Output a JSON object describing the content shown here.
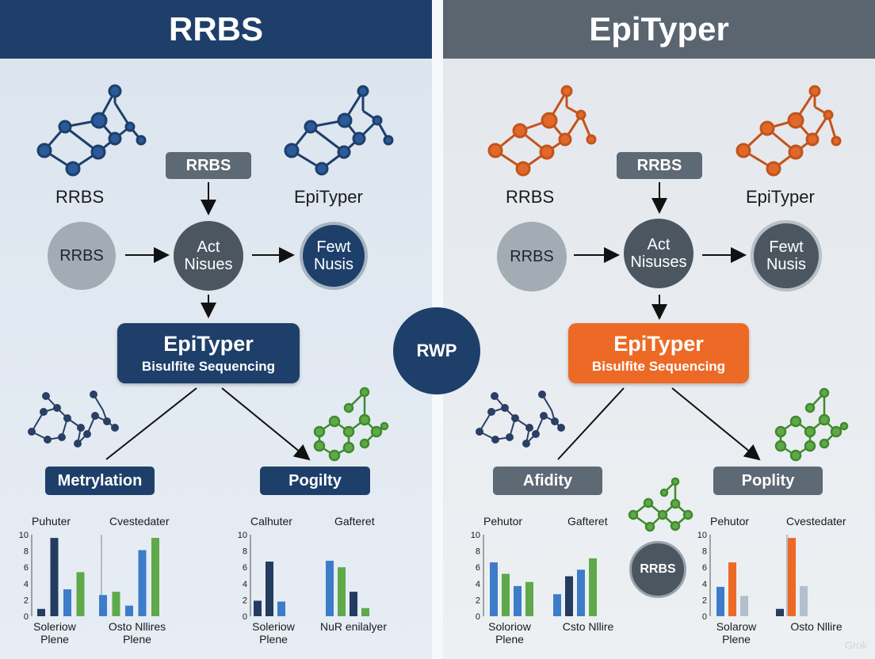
{
  "left": {
    "header": "RRBS",
    "top_box": "RRBS",
    "mol_label_left": "RRBS",
    "mol_label_right": "EpiTyper",
    "circle_a": "RRBS",
    "circle_b_line1": "Act",
    "circle_b_line2": "Nisues",
    "circle_c_line1": "Fewt",
    "circle_c_line2": "Nusis",
    "main_box_title": "EpiTyper",
    "main_box_sub": "Bisulfite Sequencing",
    "branch_left": "Metrylation",
    "branch_right": "Pogilty"
  },
  "right": {
    "header": "EpiTyper",
    "top_box": "RRBS",
    "mol_label_left": "RRBS",
    "mol_label_right": "EpiTyper",
    "circle_a": "RRBS",
    "circle_b_line1": "Act",
    "circle_b_line2": "Nisuses",
    "circle_c_line1": "Fewt",
    "circle_c_line2": "Nusis",
    "main_box_title": "EpiTyper",
    "main_box_sub": "Bisulfite Sequencing",
    "branch_left": "Afidity",
    "branch_right": "Poplity",
    "bottom_circle": "RRBS"
  },
  "center_badge": "RWP",
  "watermark": "Grok",
  "colors": {
    "navy": "#1e3f6a",
    "slate": "#5a6570",
    "orange": "#ec6a26",
    "blue": "#3d7cc9",
    "green": "#5fa94a",
    "darknavy": "#233c60"
  },
  "chart_data": [
    {
      "type": "bar",
      "title_left": "Puhuter",
      "title_right": "Cvestedater",
      "x_labels": [
        "Soleriow Plene",
        "Osto Nllires Plene"
      ],
      "yticks": [
        0,
        2,
        4,
        6,
        8,
        10
      ],
      "ylim": [
        0,
        10
      ],
      "bars": [
        {
          "value": 0.9,
          "color": "#233c60"
        },
        {
          "value": 9.6,
          "color": "#233c60"
        },
        {
          "value": 3.3,
          "color": "#3d7cc9"
        },
        {
          "value": 5.4,
          "color": "#5fa94a"
        },
        {
          "value": 2.6,
          "color": "#3d7cc9"
        },
        {
          "value": 3.0,
          "color": "#5fa94a"
        },
        {
          "value": 1.3,
          "color": "#3d7cc9"
        },
        {
          "value": 8.1,
          "color": "#3d7cc9"
        },
        {
          "value": 9.6,
          "color": "#5fa94a"
        }
      ]
    },
    {
      "type": "bar",
      "title_left": "Calhuter",
      "title_right": "Gafteret",
      "x_labels": [
        "Soleriow Plene",
        "NuR enilalyer"
      ],
      "yticks": [
        0,
        2,
        4,
        6,
        8,
        10
      ],
      "ylim": [
        0,
        10
      ],
      "bars": [
        {
          "value": 1.9,
          "color": "#233c60"
        },
        {
          "value": 6.7,
          "color": "#233c60"
        },
        {
          "value": 1.8,
          "color": "#3d7cc9"
        },
        {
          "value": 6.8,
          "color": "#3d7cc9"
        },
        {
          "value": 6.0,
          "color": "#5fa94a"
        },
        {
          "value": 3.0,
          "color": "#233c60"
        },
        {
          "value": 1.0,
          "color": "#5fa94a"
        }
      ]
    },
    {
      "type": "bar",
      "title_left": "Pehutor",
      "title_right": "Gafteret",
      "x_labels": [
        "Soloriow Plene",
        "Csto Nllire"
      ],
      "yticks": [
        0,
        2,
        4,
        6,
        8,
        10
      ],
      "ylim": [
        0,
        10
      ],
      "bars": [
        {
          "value": 6.6,
          "color": "#3d7cc9"
        },
        {
          "value": 5.2,
          "color": "#5fa94a"
        },
        {
          "value": 3.7,
          "color": "#3d7cc9"
        },
        {
          "value": 4.2,
          "color": "#5fa94a"
        },
        {
          "value": 2.7,
          "color": "#3d7cc9"
        },
        {
          "value": 4.9,
          "color": "#233c60"
        },
        {
          "value": 5.7,
          "color": "#3d7cc9"
        },
        {
          "value": 7.1,
          "color": "#5fa94a"
        }
      ]
    },
    {
      "type": "bar",
      "title_left": "Pehutor",
      "title_right": "Cvestedater",
      "x_labels": [
        "Solarow Plene",
        "Osto Nllire"
      ],
      "yticks": [
        0,
        2,
        4,
        6,
        8,
        10
      ],
      "ylim": [
        0,
        10
      ],
      "bars": [
        {
          "value": 3.6,
          "color": "#3d7cc9"
        },
        {
          "value": 6.6,
          "color": "#ec6a26"
        },
        {
          "value": 2.5,
          "color": "#b4bfcc"
        },
        {
          "value": 0.9,
          "color": "#233c60"
        },
        {
          "value": 9.6,
          "color": "#ec6a26"
        },
        {
          "value": 3.7,
          "color": "#b4bfcc"
        }
      ]
    }
  ]
}
